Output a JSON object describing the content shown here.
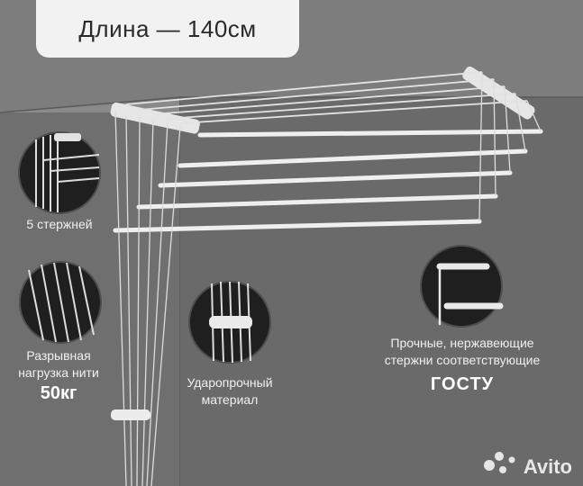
{
  "title": "Длина — 140см",
  "features": {
    "rods": "5 стержней",
    "load_line1": "Разрывная",
    "load_line2": "нагрузка нити",
    "load_value": "50кг",
    "material_line1": "Ударопрочный",
    "material_line2": "материал",
    "steel_line1": "Прочные, нержавеющие",
    "steel_line2": "стержни соответствующие",
    "steel_gost": "ГОСТУ"
  },
  "watermark": {
    "text": "Avito"
  },
  "colors": {
    "background": "#6f6f6f",
    "circle": "#1f1f1f",
    "rod": "#e9e9e9"
  }
}
